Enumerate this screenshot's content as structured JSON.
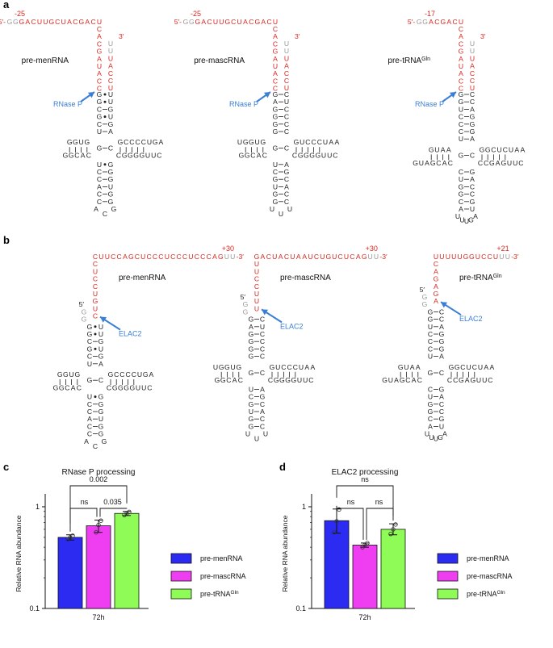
{
  "panels": {
    "a": {
      "letter": "a",
      "structures": [
        {
          "id": "menRNA",
          "name": "pre-menRNA",
          "leader_number": "-25",
          "prime5": "5′-",
          "leader_grey": "GG",
          "leader_red": "GACUUGCUACGACU",
          "stem_red": "CACGAUACC",
          "tail_grey": "UU",
          "tail_red": "UACCU",
          "prime3": "3′",
          "enzyme": "RNase P"
        },
        {
          "id": "mascRNA",
          "name": "pre-mascRNA",
          "leader_number": "-25",
          "prime5": "5′-",
          "leader_grey": "GG",
          "leader_red": "GACUUGCUACGACU",
          "stem_red": "CACGAUACC",
          "tail_grey": "UU",
          "tail_red": "UACCU",
          "prime3": "3′",
          "enzyme": "RNase P"
        },
        {
          "id": "tRNAGln",
          "name": "pre-tRNA",
          "name_sup": "Gln",
          "leader_number": "-17",
          "prime5": "5′-",
          "leader_grey": "GG",
          "leader_red": "ACGACU",
          "stem_red": "CACGAUACC",
          "tail_grey": "UU",
          "tail_red": "UACCU",
          "prime3": "3′",
          "enzyme": "RNase P"
        }
      ]
    },
    "b": {
      "letter": "b",
      "structures": [
        {
          "id": "menRNA",
          "name": "pre-menRNA",
          "trailer_number": "+30",
          "trailer_red": "CUUCCAGCUCCCUCCCUCCCAG",
          "trailer_grey": "UU",
          "trailer_end": "-3′",
          "stem_red": "CUCCUGUC",
          "prime5": "5′",
          "enzyme": "ELAC2"
        },
        {
          "id": "mascRNA",
          "name": "pre-mascRNA",
          "trailer_number": "+30",
          "trailer_red": "GACUACUAAUCUGUCUCAG",
          "trailer_grey": "UU",
          "trailer_end": "-3′",
          "stem_red": "UUCCUUU",
          "prime5": "5′",
          "enzyme": "ELAC2"
        },
        {
          "id": "tRNAGln",
          "name": "pre-tRNA",
          "name_sup": "Gln",
          "trailer_number": "+21",
          "trailer_red": "UUUUUGGUCCU",
          "trailer_grey": "UU",
          "trailer_end": "-3′",
          "stem_red": "CAGAGA",
          "prime5": "5′",
          "enzyme": "ELAC2"
        }
      ]
    },
    "core": {
      "menRNA": {
        "acceptor": [
          [
            "G",
            "U"
          ],
          [
            "G",
            "U"
          ],
          [
            "C",
            "G"
          ],
          [
            "G",
            "U"
          ],
          [
            "C",
            "G"
          ],
          [
            "U",
            "A"
          ]
        ],
        "dloop_5": "GGUG",
        "dloop_3": "GGCAC",
        "tloop_top": "GCCCCUGA",
        "tloop_bottom": "CGGGGUUC",
        "anticodon_stem": [
          [
            "U",
            "G"
          ],
          [
            "C",
            "G"
          ],
          [
            "C",
            "G"
          ],
          [
            "A",
            "U"
          ],
          [
            "C",
            "G"
          ],
          [
            "C",
            "G"
          ]
        ],
        "anticodon_loop": "ACG"
      },
      "mascRNA": {
        "acceptor": [
          [
            "G",
            "C"
          ],
          [
            "A",
            "U"
          ],
          [
            "G",
            "C"
          ],
          [
            "G",
            "C"
          ],
          [
            "G",
            "C"
          ],
          [
            "G",
            "C"
          ]
        ],
        "dloop_5": "UGGUG",
        "dloop_3": "GGCAC",
        "tloop_top": "GUCCCUAA",
        "tloop_bottom": "CGGGGUUC",
        "anticodon_stem": [
          [
            "U",
            "A"
          ],
          [
            "C",
            "G"
          ],
          [
            "G",
            "C"
          ],
          [
            "U",
            "A"
          ],
          [
            "G",
            "C"
          ],
          [
            "G",
            "C"
          ]
        ],
        "anticodon_loop": "UUU"
      },
      "tRNAGln": {
        "acceptor": [
          [
            "G",
            "C"
          ],
          [
            "G",
            "C"
          ],
          [
            "U",
            "A"
          ],
          [
            "C",
            "G"
          ],
          [
            "C",
            "G"
          ],
          [
            "C",
            "G"
          ],
          [
            "U",
            "A"
          ]
        ],
        "dloop_5": "GUAA",
        "dloop_3": "GUAGCAC",
        "tloop_top": "GGCUCUAA",
        "tloop_bottom": "CCGAGUUC",
        "anticodon_stem": [
          [
            "C",
            "G"
          ],
          [
            "U",
            "A"
          ],
          [
            "G",
            "C"
          ],
          [
            "G",
            "C"
          ],
          [
            "C",
            "G"
          ],
          [
            "A",
            "U"
          ]
        ],
        "anticodon_loop": "UUUGA"
      }
    },
    "c": {
      "letter": "c",
      "chart_data": {
        "type": "bar",
        "title": "RNase P processing",
        "ylabel": "Relative RNA abundance",
        "yscale": "log",
        "ylim": [
          0.1,
          1.2
        ],
        "yticks": [
          "1",
          "0.1"
        ],
        "categories": [
          "72h"
        ],
        "xlabel": "72h",
        "series": [
          {
            "name": "pre-menRNA",
            "color": "#2b2bf2",
            "value": 0.5,
            "error": [
              0.47,
              0.53
            ],
            "points": [
              0.48,
              0.5,
              0.52
            ]
          },
          {
            "name": "pre-mascRNA",
            "color": "#ef3ef2",
            "value": 0.65,
            "error": [
              0.56,
              0.74
            ],
            "points": [
              0.56,
              0.66,
              0.73
            ]
          },
          {
            "name": "pre-tRNAGln",
            "legend_sup": "Gln",
            "legend_base": "pre-tRNA",
            "color": "#8ffb56",
            "value": 0.86,
            "error": [
              0.82,
              0.9
            ],
            "points": [
              0.83,
              0.86,
              0.89
            ]
          }
        ],
        "comparisons": [
          {
            "pair": [
              0,
              2
            ],
            "label": "0.002"
          },
          {
            "pair": [
              0,
              1
            ],
            "label": "ns"
          },
          {
            "pair": [
              1,
              2
            ],
            "label": "0.035"
          }
        ]
      }
    },
    "d": {
      "letter": "d",
      "chart_data": {
        "type": "bar",
        "title": "ELAC2 processing",
        "ylabel": "Relative RNA abundance",
        "yscale": "log",
        "ylim": [
          0.1,
          1.2
        ],
        "yticks": [
          "1",
          "0.1"
        ],
        "categories": [
          "72h"
        ],
        "xlabel": "72h",
        "series": [
          {
            "name": "pre-menRNA",
            "color": "#2b2bf2",
            "value": 0.73,
            "error": [
              0.55,
              0.95
            ],
            "points": [
              0.56,
              0.72,
              0.94
            ]
          },
          {
            "name": "pre-mascRNA",
            "color": "#ef3ef2",
            "value": 0.42,
            "error": [
              0.4,
              0.44
            ],
            "points": [
              0.4,
              0.42,
              0.44
            ]
          },
          {
            "name": "pre-tRNAGln",
            "legend_sup": "Gln",
            "legend_base": "pre-tRNA",
            "color": "#8ffb56",
            "value": 0.6,
            "error": [
              0.53,
              0.68
            ],
            "points": [
              0.54,
              0.6,
              0.67
            ]
          }
        ],
        "comparisons": [
          {
            "pair": [
              0,
              2
            ],
            "label": "ns"
          },
          {
            "pair": [
              0,
              1
            ],
            "label": "ns"
          },
          {
            "pair": [
              1,
              2
            ],
            "label": "ns"
          }
        ]
      }
    }
  }
}
